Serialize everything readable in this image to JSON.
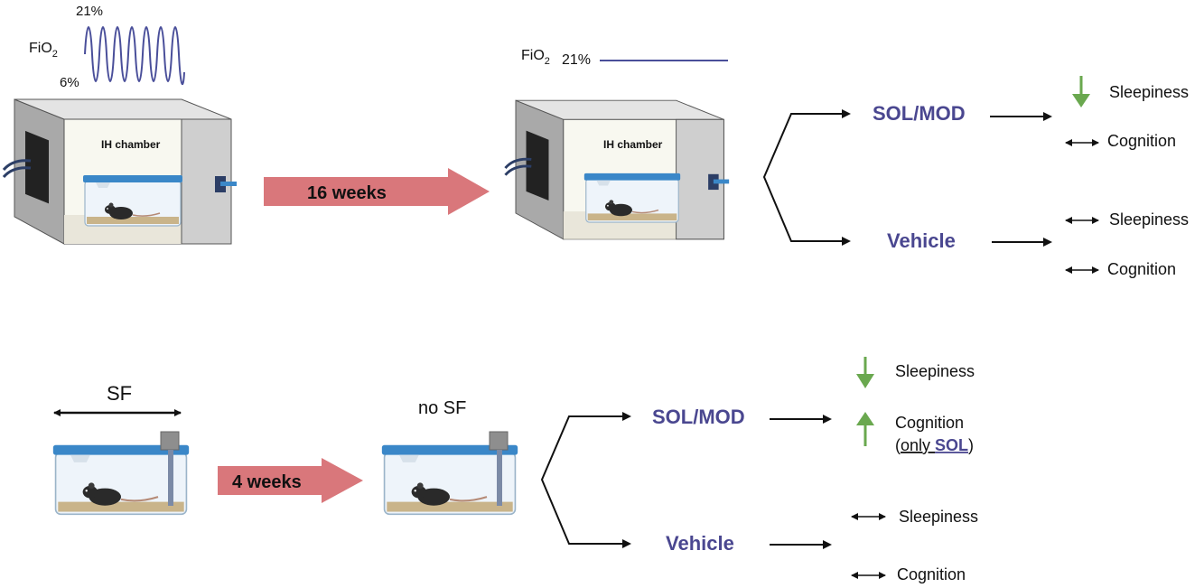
{
  "top": {
    "fio2_label": "FiO",
    "fio2_sub": "2",
    "fio2_high": "21%",
    "fio2_low": "6%",
    "chamber_label": "IH chamber",
    "duration": "16 weeks",
    "control_fio2_label": "FiO",
    "control_fio2_sub": "2",
    "control_fio2_value": "21%",
    "control_chamber_label": "IH chamber",
    "branches": [
      {
        "drug": "SOL/MOD",
        "outcomes": [
          {
            "effect": "decrease",
            "label": "Sleepiness"
          },
          {
            "effect": "no-change",
            "label": "Cognition"
          }
        ]
      },
      {
        "drug": "Vehicle",
        "outcomes": [
          {
            "effect": "no-change",
            "label": "Sleepiness"
          },
          {
            "effect": "no-change",
            "label": "Cognition"
          }
        ]
      }
    ]
  },
  "bottom": {
    "sf_label": "SF",
    "no_sf_label": "no SF",
    "duration": "4 weeks",
    "branches": [
      {
        "drug": "SOL/MOD",
        "outcomes": [
          {
            "effect": "decrease",
            "label": "Sleepiness"
          },
          {
            "effect": "increase",
            "label": "Cognition",
            "note_open": "(",
            "note_only": "only ",
            "note_drug": "SOL",
            "note_close": ")"
          }
        ]
      },
      {
        "drug": "Vehicle",
        "outcomes": [
          {
            "effect": "no-change",
            "label": "Sleepiness"
          },
          {
            "effect": "no-change",
            "label": "Cognition"
          }
        ]
      }
    ]
  },
  "colors": {
    "drug_text": "#4a4790",
    "big_arrow": "#d9777b",
    "decrease_arrow": "#6aa84f",
    "increase_arrow": "#6aa84f",
    "fio2_line": "#4a4f9a",
    "cage_lid": "#3a87c8"
  }
}
